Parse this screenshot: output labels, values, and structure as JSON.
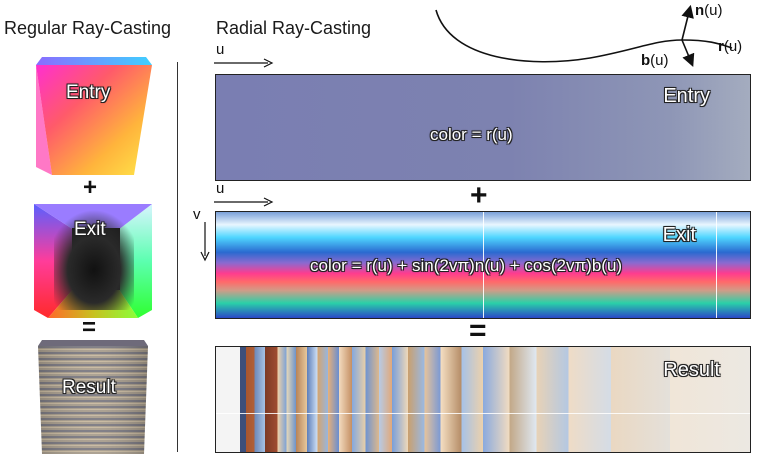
{
  "headings": {
    "left": "Regular Ray-Casting",
    "right": "Radial Ray-Casting"
  },
  "left_column": {
    "entry_label": "Entry",
    "exit_label": "Exit",
    "result_label": "Result",
    "plus": "+",
    "equals": "="
  },
  "right_column": {
    "entry_label": "Entry",
    "exit_label": "Exit",
    "result_label": "Result",
    "entry_formula": "color = r(u)",
    "exit_formula": "color = r(u) + sin(2vπ)n(u) + cos(2vπ)b(u)",
    "plus": "+",
    "equals": "=",
    "axis_u": "u",
    "axis_v": "v"
  },
  "curve_labels": {
    "n": "n",
    "b": "b",
    "r": "r",
    "arg": "(u)"
  },
  "colors": {
    "entry_panel": "#7b7fb0",
    "divider": "#333333"
  }
}
